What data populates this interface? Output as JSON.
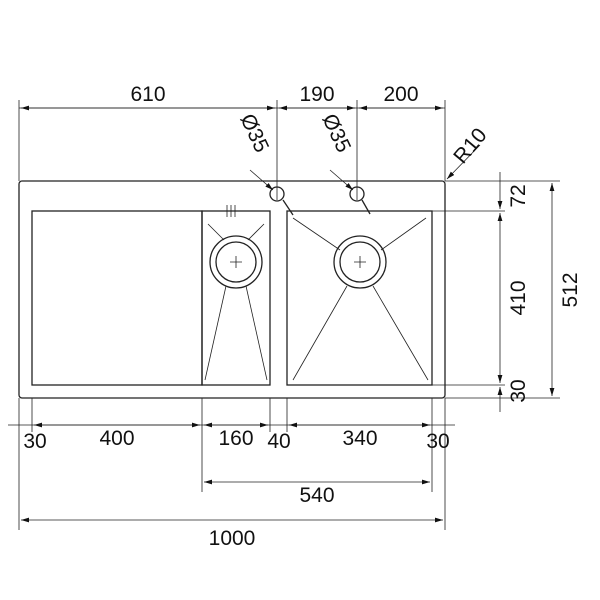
{
  "dimensions": {
    "top": [
      "610",
      "190",
      "200"
    ],
    "tap_holes": [
      "Ø35",
      "Ø35"
    ],
    "corner_radius": "R10",
    "right": [
      "72",
      "410",
      "30"
    ],
    "overall_depth": "512",
    "bottom_row": [
      "30",
      "400",
      "160",
      "40",
      "340",
      "30"
    ],
    "bowls_width": "540",
    "overall_width": "1000"
  }
}
